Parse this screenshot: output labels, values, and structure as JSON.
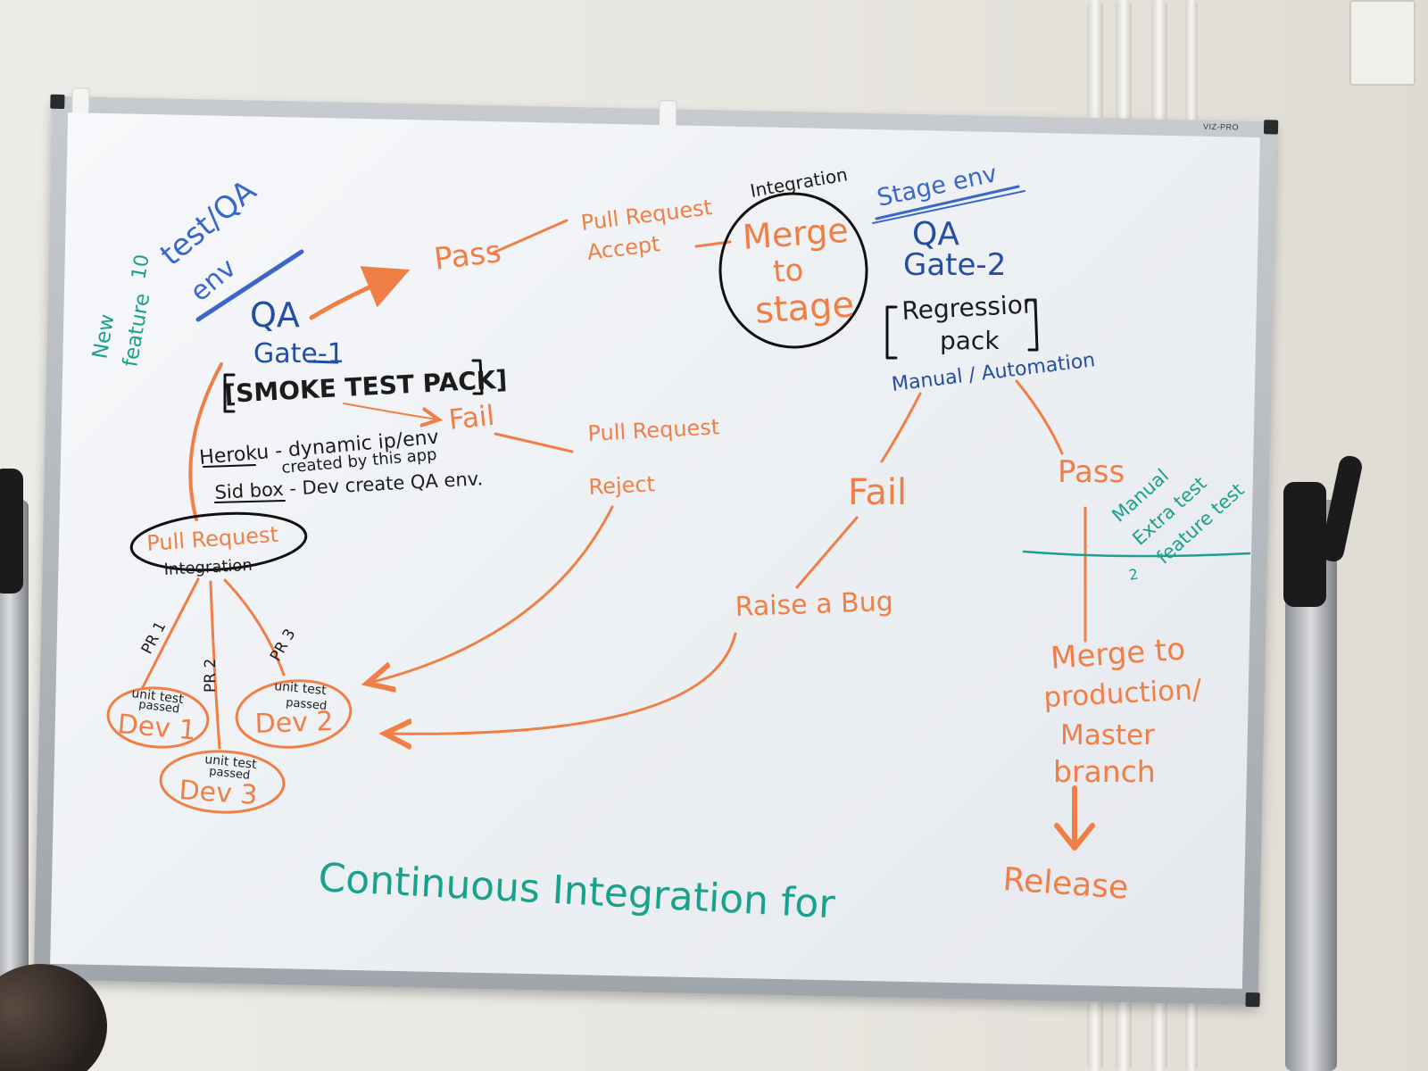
{
  "board": {
    "brand": "VIZ-PRO"
  },
  "labels": {
    "test_env": "test/QA",
    "env": "env",
    "new_feature": "New",
    "new_feature_2": "feature",
    "new_feature_3": "10",
    "qa1": "QA",
    "gate1": "Gate-1",
    "smoke_pack": "[SMOKE TEST PACK]",
    "pass_top": "Pass",
    "fail_top": "Fail",
    "pr_accept_1": "Pull Request",
    "pr_accept_2": "Accept",
    "pr_reject_1": "Pull Request",
    "pr_reject_2": "Reject",
    "integration_top": "Integration",
    "merge_stage_1": "Merge",
    "merge_stage_2": "to",
    "merge_stage_3": "stage",
    "stage_env": "Stage env",
    "qa2": "QA",
    "gate2": "Gate-2",
    "regression_1": "Regression",
    "regression_2": "pack",
    "manual_auto": "Manual / Automation",
    "fail_right": "Fail",
    "pass_right": "Pass",
    "manual_extra_1": "Manual",
    "manual_extra_2": "Extra test",
    "manual_extra_3": "feature test",
    "marker_2": "2",
    "raise_bug": "Raise a Bug",
    "merge_prod_1": "Merge to",
    "merge_prod_2": "production/",
    "merge_prod_3": "Master",
    "merge_prod_4": "branch",
    "release": "Release",
    "heroku_1": "Heroku - dynamic ip/env",
    "heroku_2": "created by this app",
    "sidbox": "Sid box - Dev create QA env.",
    "pull_request_left": "Pull Request",
    "integration_left": "Integration",
    "pr1": "PR 1",
    "pr2": "PR 2",
    "pr3": "PR 3",
    "unit1": "unit test",
    "unit1b": "passed",
    "unit2": "unit test",
    "unit2b": "passed",
    "unit3": "unit test",
    "unit3b": "passed",
    "dev1": "Dev 1",
    "dev2": "Dev 2",
    "dev3": "Dev 3",
    "footer": "Continuous Integration for"
  },
  "colors": {
    "orange": "#ef7f45",
    "blue": "#234ea1",
    "black": "#1c1c1c",
    "teal": "#1aa18d"
  }
}
